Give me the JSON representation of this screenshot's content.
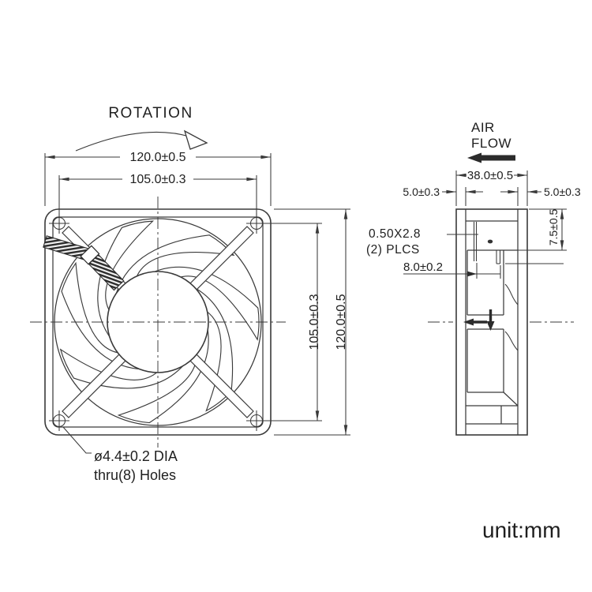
{
  "front_view": {
    "rotation_label": "ROTATION",
    "dim_outer_width": "120.0±0.5",
    "dim_hole_pitch_width": "105.0±0.3",
    "dim_hole_pitch_height": "105.0±0.3",
    "dim_outer_height": "120.0±0.5",
    "hole_callout": {
      "line1": "ø4.4±0.2 DIA",
      "line2": "thru(8) Holes"
    }
  },
  "side_view": {
    "airflow": {
      "line1": "AIR",
      "line2": "FLOW"
    },
    "dim_depth": "38.0±0.5",
    "dim_flange_left": "5.0±0.3",
    "dim_flange_right": "5.0±0.3",
    "dim_terminal_height": "7.5±0.5",
    "dim_terminal_pitch": "8.0±0.2",
    "terminal_callout": {
      "line1": "0.50X2.8",
      "line2": "(2) PLCS"
    }
  },
  "footer": {
    "unit_label": "unit:mm"
  },
  "colors": {
    "line": "#3a3a3a",
    "text": "#1f1f1f",
    "background": "#ffffff"
  }
}
